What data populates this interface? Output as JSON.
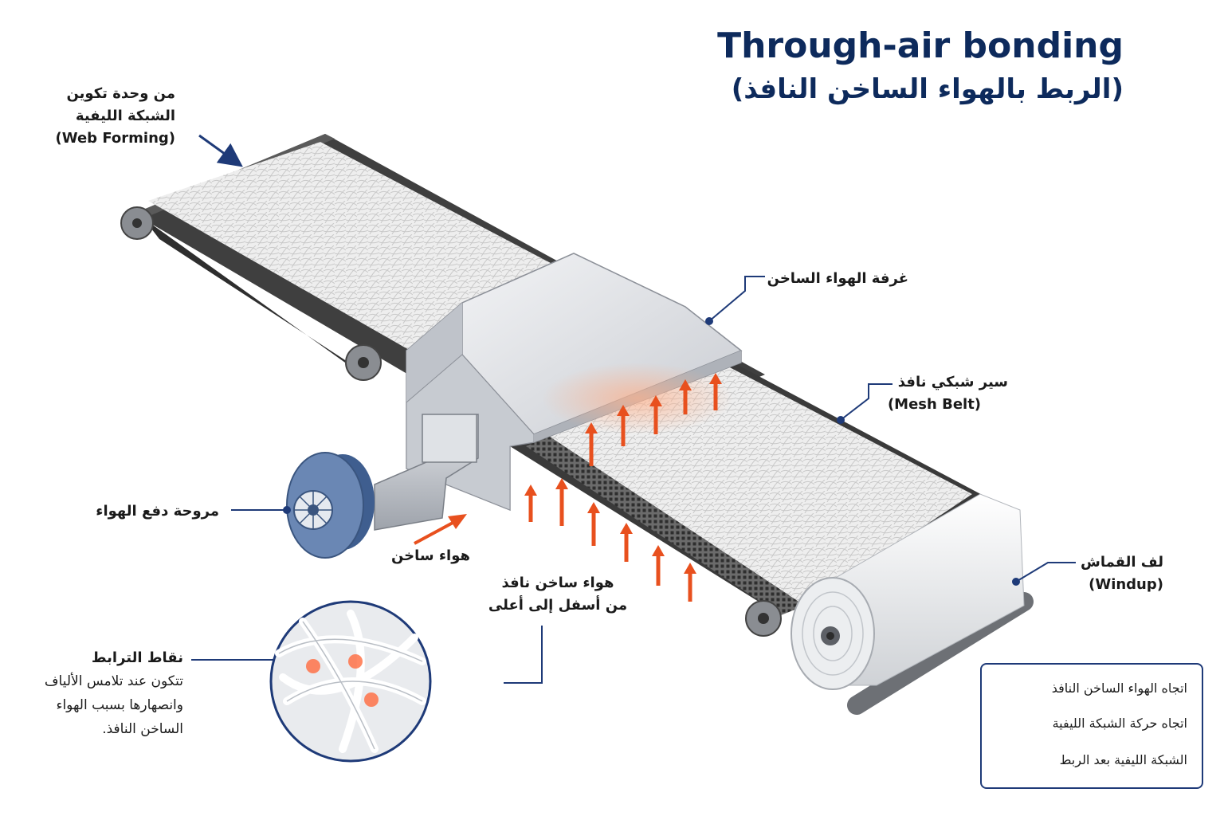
{
  "title": {
    "english": "Through-air bonding",
    "arabic": "(الربط بالهواء الساخن النافذ)"
  },
  "labels": {
    "web_forming": {
      "ar_line1": "من وحدة تكوين",
      "ar_line2": "الشبكة الليفية",
      "en": "(Web Forming)"
    },
    "hot_air_chamber": {
      "ar": "غرفة الهواء الساخن"
    },
    "mesh_belt": {
      "ar": "سير شبكي نافذ",
      "en": "(Mesh Belt)"
    },
    "fan": {
      "ar": "مروحة دفع الهواء"
    },
    "hot_air": {
      "ar": "هواء ساخن"
    },
    "through_air": {
      "ar_line1": "هواء ساخن نافذ",
      "ar_line2": "من أسفل إلى أعلى"
    },
    "windup": {
      "ar": "لف القماش",
      "en": "(Windup)"
    },
    "bond_points": {
      "title": "نقاط الترابط",
      "desc_line1": "تتكون عند تلامس الألياف",
      "desc_line2": "وانصهارها بسبب الهواء",
      "desc_line3": "الساخن النافذ."
    }
  },
  "legend": {
    "items": [
      {
        "icon": "orange-up-arrow-icon",
        "label": "اتجاه الهواء الساخن النافذ"
      },
      {
        "icon": "blue-right-arrow-icon",
        "label": "اتجاه حركة الشبكة الليفية"
      },
      {
        "icon": "bonded-web-swatch-icon",
        "label": "الشبكة الليفية بعد الربط"
      }
    ]
  },
  "colors": {
    "title": "#0d2a5c",
    "leader": "#1e3a78",
    "hot_air": "#e8501e",
    "belt": "#4a4a4a",
    "chamber": "#d9dbe0",
    "fan": "#5a7aa8"
  }
}
